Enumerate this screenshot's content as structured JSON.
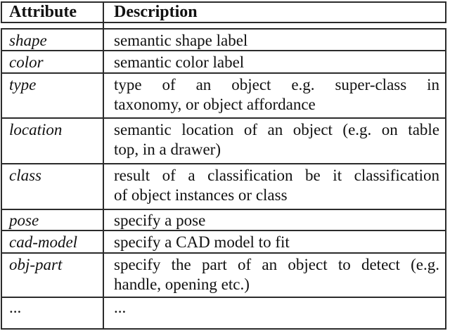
{
  "colors": {
    "border": "#2b2b2b",
    "text": "#111111",
    "background": "#ffffff"
  },
  "table": {
    "header": {
      "attribute": "Attribute",
      "description": "Description"
    },
    "rows": [
      {
        "attr": "shape",
        "lines": [
          "semantic shape label"
        ]
      },
      {
        "attr": "color",
        "lines": [
          "semantic color label"
        ]
      },
      {
        "attr": "type",
        "lines": [
          "type of an object e.g. super-class in",
          "taxonomy, or object affordance"
        ]
      },
      {
        "attr": "location",
        "lines": [
          "semantic location of an object (e.g. on table",
          "top, in a drawer)"
        ]
      },
      {
        "attr": "class",
        "lines": [
          "result of a classification be it classification",
          "of object instances or class"
        ]
      },
      {
        "attr": "pose",
        "lines": [
          "specify a pose"
        ]
      },
      {
        "attr": "cad-model",
        "lines": [
          "specify a CAD model to fit"
        ]
      },
      {
        "attr": "obj-part",
        "lines": [
          "specify the part of an object to detect (e.g.",
          "handle, opening etc.)"
        ]
      },
      {
        "attr": "...",
        "lines": [
          "..."
        ]
      }
    ]
  }
}
